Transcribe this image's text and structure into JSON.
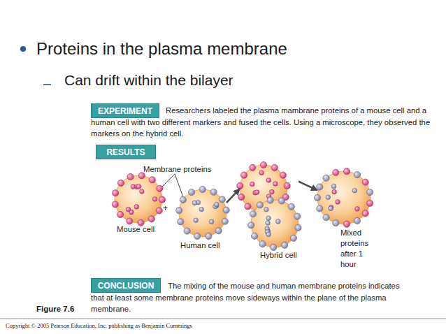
{
  "diagram": {
    "title": "Proteins in the plasma membrane",
    "nodes": [
      {
        "text": [
          "EXPERIMENT"
        ]
      },
      {
        "text": [
          "RESULTS"
        ]
      },
      {
        "text": [
          "Mouse cell"
        ]
      },
      {
        "text": [
          "Human cell"
        ]
      },
      {
        "text": [
          "Hybrid cell"
        ]
      },
      {
        "text": [
          "Mixed proteins after 1 hour"
        ]
      },
      {
        "text": [
          "CONCLUSION"
        ]
      }
    ],
    "edges": [
      {
        "from": 3,
        "to": 4,
        "arrow": "to"
      },
      {
        "from": 4,
        "to": 5,
        "arrow": "to"
      }
    ],
    "labels": [
      "Can drift within the bilayer",
      "Researchers labeled the plasma mambrane proteins of a mouse cell and a human cell with two different markers and fused the cells. Using a microscope, they observed the markers on the hybrid cell.",
      "Membrane proteins",
      "+",
      "The mixing of the mouse and human membrane proteins indicates that at least some membrane proteins move sideways within the plane of the plasma membrane.",
      "Figure 7.6",
      "Copyright © 2005 Pearson Education, Inc. publishing as Benjamin Cummings"
    ]
  }
}
